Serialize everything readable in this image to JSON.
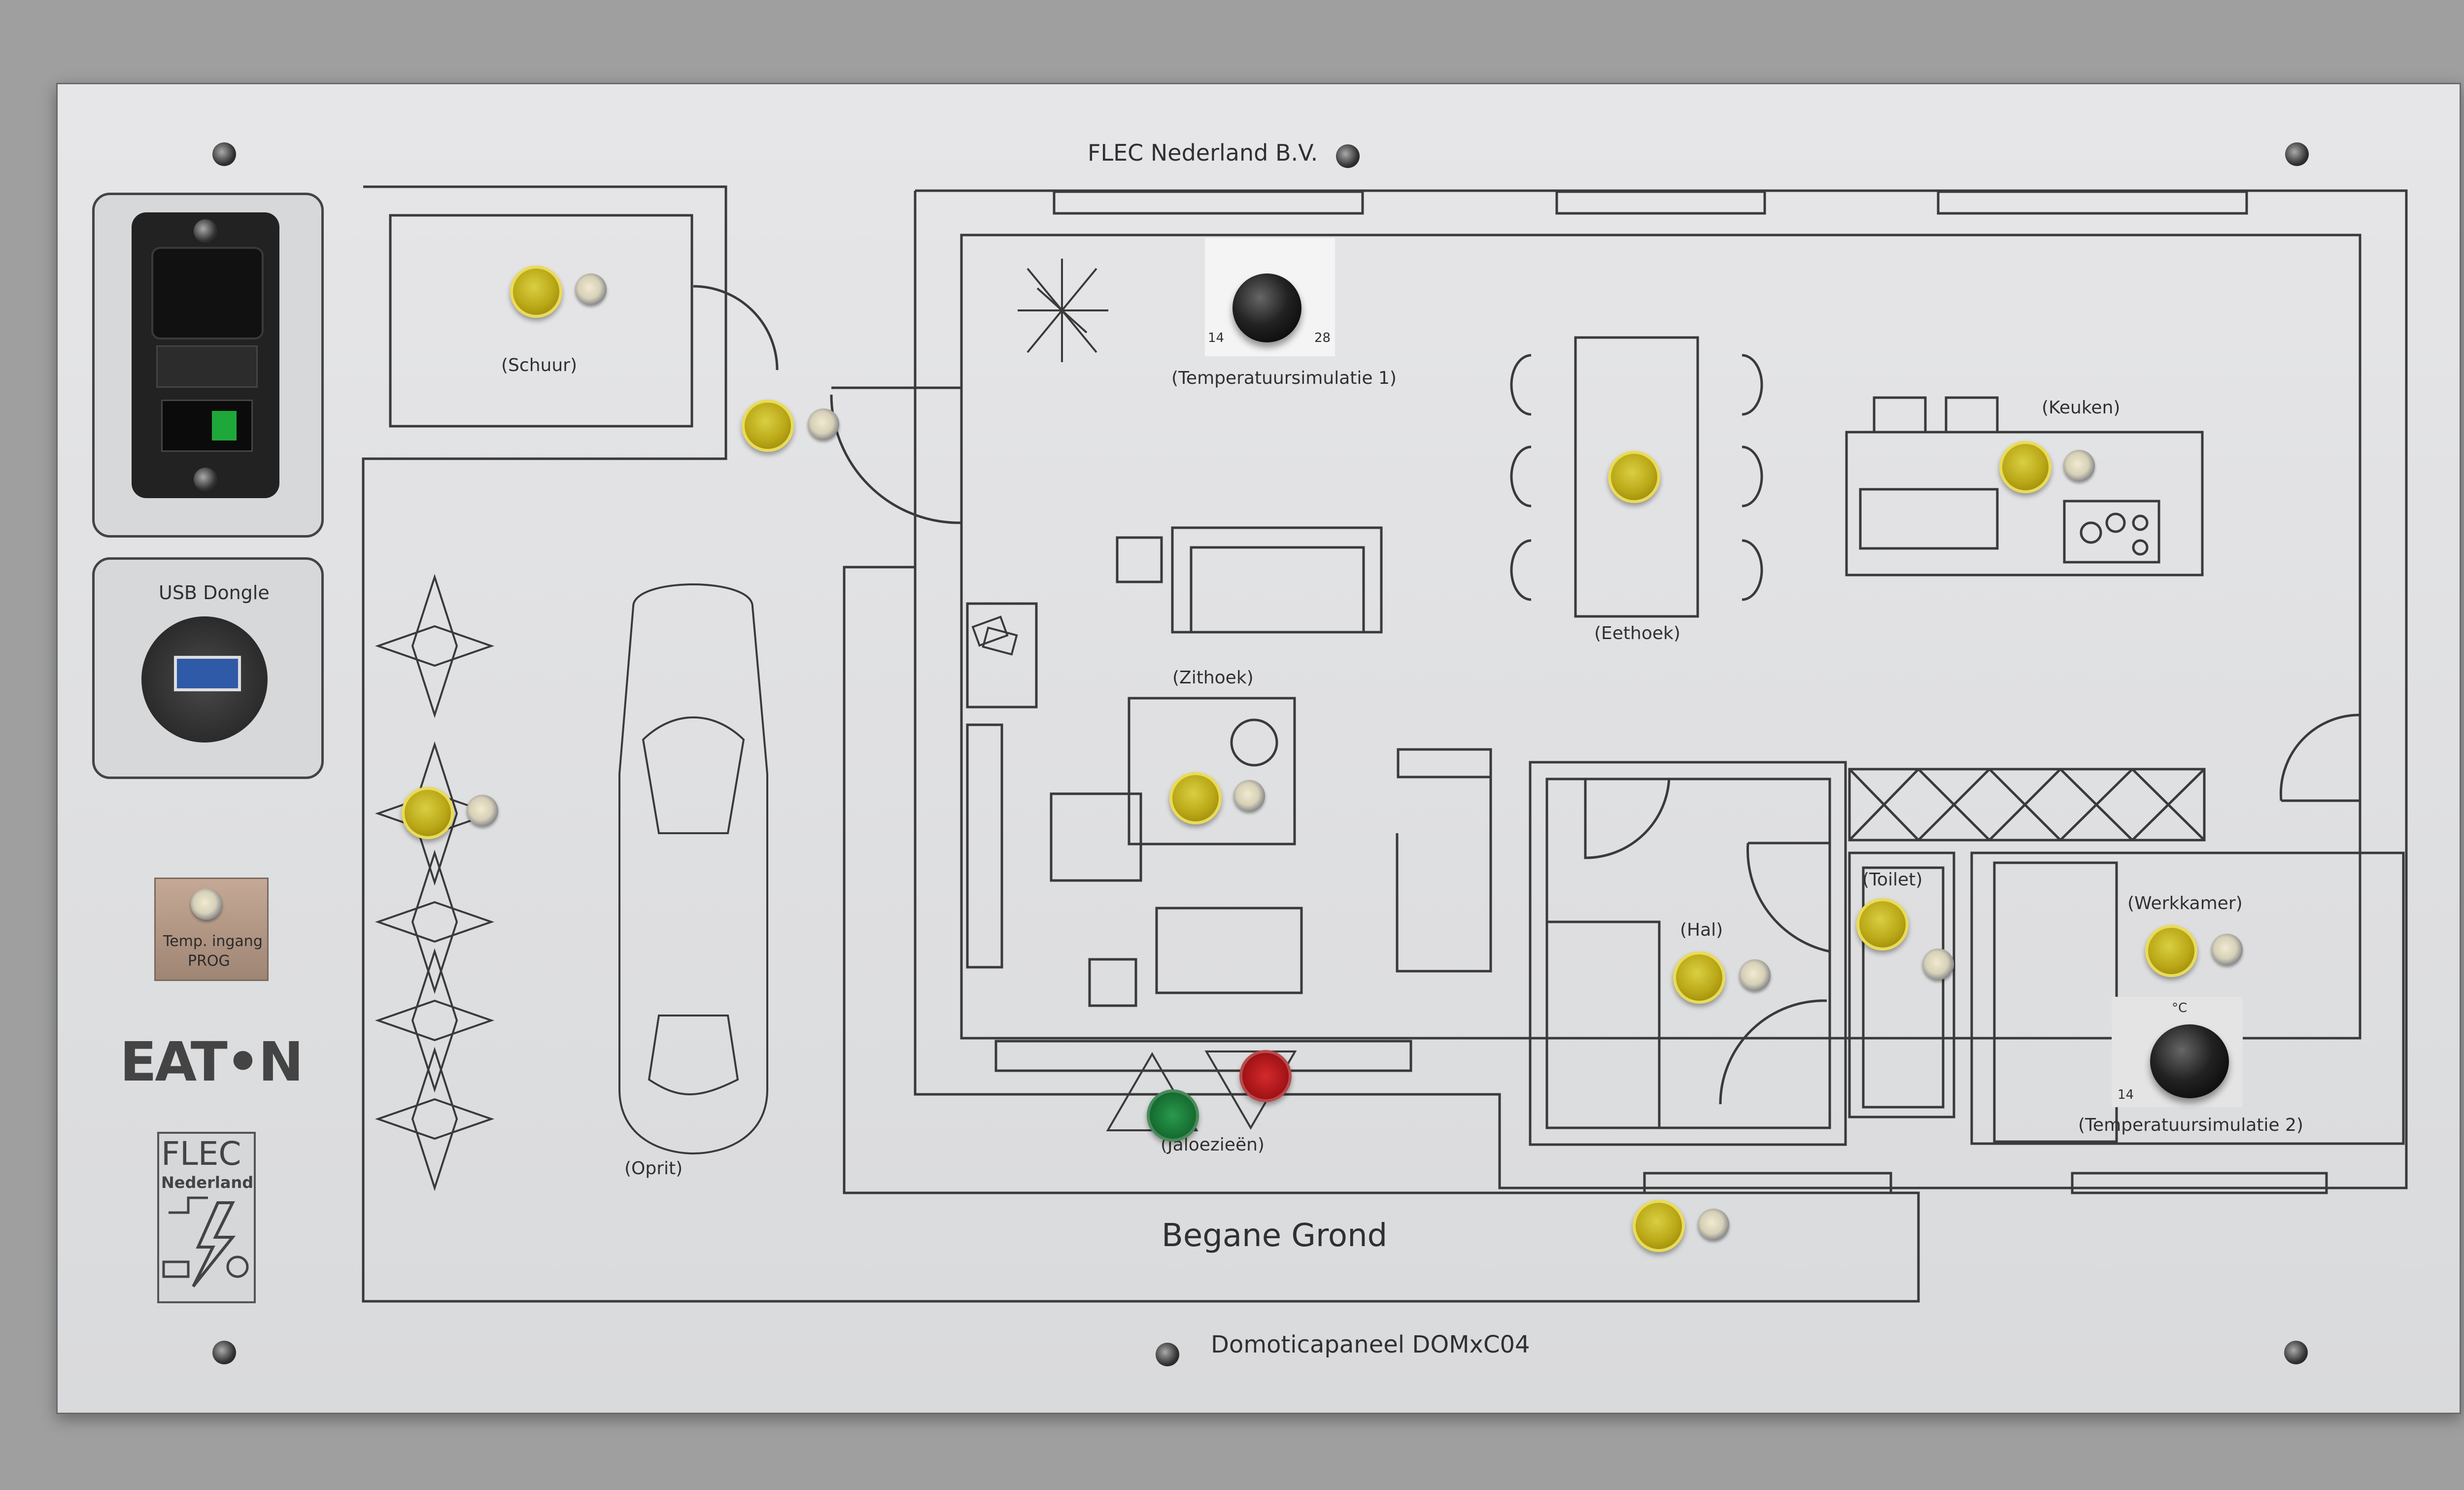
{
  "header": {
    "company": "FLEC Nederland B.V."
  },
  "footer": {
    "panel_name": "Domoticapaneel DOMxC04"
  },
  "floor": {
    "title": "Begane Grond"
  },
  "left_controls": {
    "usb_label": "USB Dongle",
    "temp_input_line1": "Temp. ingang",
    "temp_input_line2": "PROG",
    "eaton_logo": "EAT•N",
    "flec_logo_line1": "FLEC",
    "flec_logo_line2": "Nederland"
  },
  "rooms": {
    "schuur": "(Schuur)",
    "oprit": "(Oprit)",
    "zithoek": "(Zithoek)",
    "eethoek": "(Eethoek)",
    "keuken": "(Keuken)",
    "hal": "(Hal)",
    "toilet": "(Toilet)",
    "werkkamer": "(Werkkamer)",
    "jaloezien": "(Jaloezieën)",
    "temp_sim_1": "(Temperatuursimulatie 1)",
    "temp_sim_2": "(Temperatuursimulatie 2)"
  },
  "dial_scale": {
    "min": "14",
    "max": "28",
    "unit": "°C"
  },
  "colors": {
    "panel": "#dedfe1",
    "line": "#3a3a3a",
    "led_yellow": "#c8b81e",
    "led_green": "#1f7a3c",
    "led_red": "#b5161a"
  }
}
